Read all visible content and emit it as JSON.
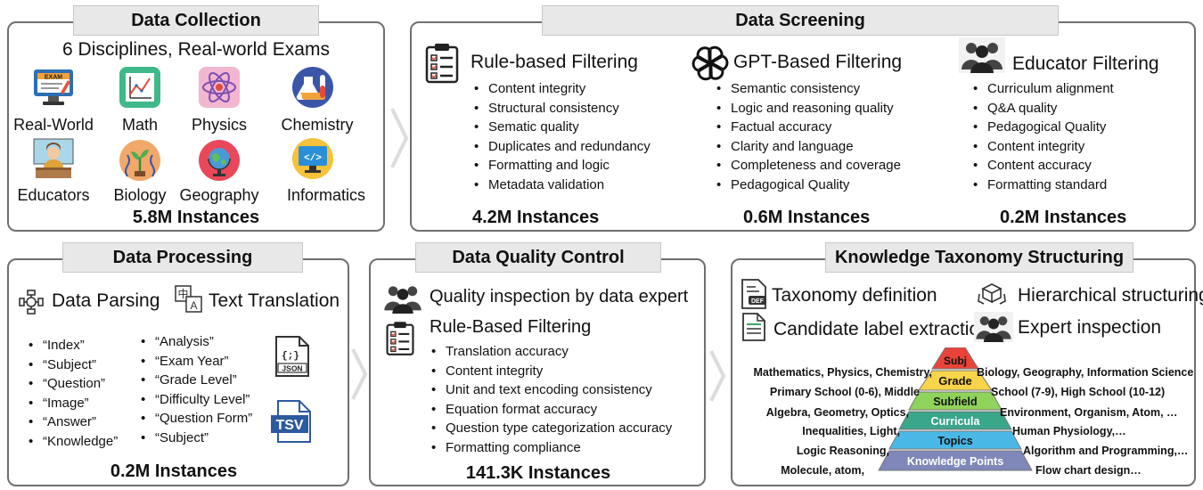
{
  "collection": {
    "title": "Data Collection",
    "subtitle": "6 Disciplines, Real-world Exams",
    "disciplines": [
      {
        "label": "Real-World",
        "icon": "exam-monitor-icon"
      },
      {
        "label": "Math",
        "icon": "math-chart-icon"
      },
      {
        "label": "Physics",
        "icon": "atom-icon"
      },
      {
        "label": "Chemistry",
        "icon": "flask-icon"
      },
      {
        "label": "Educators",
        "icon": "teacher-icon"
      },
      {
        "label": "Biology",
        "icon": "plant-dna-icon"
      },
      {
        "label": "Geography",
        "icon": "globe-icon"
      },
      {
        "label": "Informatics",
        "icon": "code-monitor-icon"
      }
    ],
    "exam_badge": "EXAM",
    "instances": "5.8M Instances"
  },
  "screening": {
    "title": "Data Screening",
    "columns": [
      {
        "heading": "Rule-based Filtering",
        "icon": "clipboard-checklist-icon",
        "items": [
          "Content integrity",
          "Structural consistency",
          "Sematic quality",
          "Duplicates and redundancy",
          "Formatting and logic",
          "Metadata validation"
        ],
        "instances": "4.2M Instances"
      },
      {
        "heading": "GPT-Based Filtering",
        "icon": "openai-logo-icon",
        "items": [
          "Semantic consistency",
          "Logic and reasoning quality",
          "Factual accuracy",
          "Clarity and language",
          "Completeness and coverage",
          "Pedagogical Quality"
        ],
        "instances": "0.6M Instances"
      },
      {
        "heading": "Educator Filtering",
        "icon": "people-group-icon",
        "items": [
          "Curriculum alignment",
          "Q&A quality",
          "Pedagogical Quality",
          "Content integrity",
          "Content accuracy",
          "Formatting standard"
        ],
        "instances": "0.2M Instances"
      }
    ]
  },
  "processing": {
    "title": "Data Processing",
    "parsing": "Data Parsing",
    "translation": "Text Translation",
    "left_fields": [
      "“Index”",
      "“Subject”",
      "“Question”",
      "“Image”",
      "“Answer”",
      "“Knowledge”"
    ],
    "right_fields": [
      "“Analysis”",
      "“Exam Year”",
      "“Grade Level”",
      "“Difficulty Level”",
      "“Question Form”",
      "“Subject”"
    ],
    "json_label": "JSON",
    "json_glyph": "{;}",
    "tsv_label": "TSV",
    "translate_glyph_a": "中",
    "translate_glyph_b": "A",
    "instances": "0.2M Instances"
  },
  "quality": {
    "title": "Data Quality Control",
    "expert": "Quality inspection by data expert",
    "rule": "Rule-Based Filtering",
    "items": [
      "Translation accuracy",
      "Content integrity",
      "Unit and text encoding consistency",
      "Equation format accuracy",
      "Question type categorization accuracy",
      "Formatting compliance"
    ],
    "instances": "141.3K Instances"
  },
  "taxonomy": {
    "title": "Knowledge Taxonomy Structuring",
    "steps": [
      "Taxonomy definition",
      "Hierarchical structuring",
      "Candidate label extraction",
      "Expert inspection"
    ],
    "def_badge": "DEF",
    "pyramid": [
      {
        "level": "Subj",
        "left": "Mathematics, Physics, Chemistry,",
        "right": "Biology, Geography, Information Science",
        "color": "#e8443a"
      },
      {
        "level": "Grade",
        "left": "Primary School (0-6), Middle",
        "right": "School (7-9), High School (10-12)",
        "color": "#f7d44a"
      },
      {
        "level": "Subfield",
        "left": "Algebra, Geometry, Optics,",
        "right": "Environment, Organism, Atom, …",
        "color": "#8fd45a"
      },
      {
        "level": "Curricula",
        "left": "Inequalities, Light,",
        "right": "Human Physiology,…",
        "color": "#3aa68a"
      },
      {
        "level": "Topics",
        "left": "Logic Reasoning,",
        "right": "Algorithm and Programming,…",
        "color": "#49b8e6"
      },
      {
        "level": "Knowledge Points",
        "left": "Molecule, atom,",
        "right": "Flow chart design…",
        "color": "#7f88b8"
      }
    ]
  }
}
